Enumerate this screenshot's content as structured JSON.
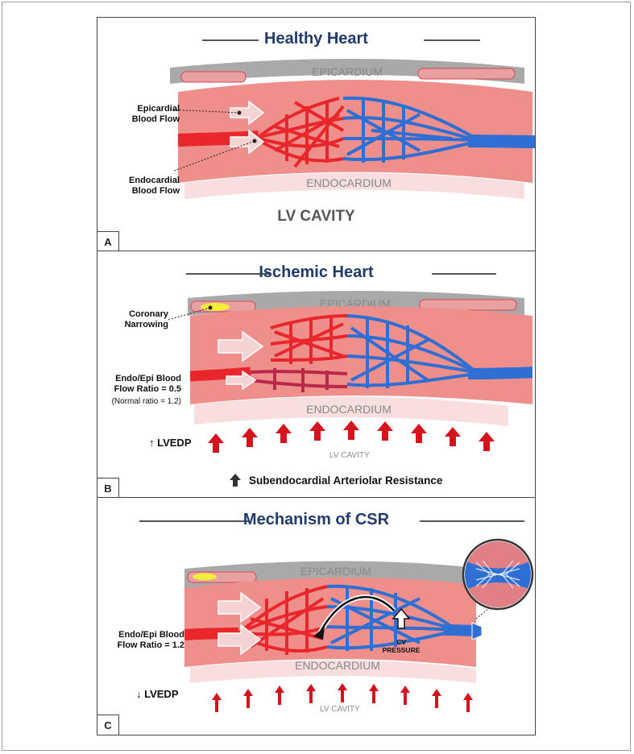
{
  "panels": {
    "a": {
      "letter": "A",
      "title": "Healthy Heart",
      "epicardium": "EPICARDIUM",
      "endocardium": "ENDOCARDIUM",
      "cavity": "LV CAVITY",
      "label_epi_flow": "Epicardial\nBlood Flow",
      "label_endo_flow": "Endocardial\nBlood Flow"
    },
    "b": {
      "letter": "B",
      "title": "Ischemic Heart",
      "epicardium": "EPICARDIUM",
      "endocardium": "ENDOCARDIUM",
      "cavity": "LV CAVITY",
      "label_narrowing": "Coronary\nNarrowing",
      "label_ratio": "Endo/Epi Blood\nFlow Ratio = 0.5",
      "label_normal": "(Normal ratio = 1.2)",
      "lvedp": "↑ LVEDP",
      "resistance": "Subendocardial Arteriolar Resistance"
    },
    "c": {
      "letter": "C",
      "title": "Mechanism of CSR",
      "epicardium": "EPICARDIUM",
      "endocardium": "ENDOCARDIUM",
      "cavity": "LV CAVITY",
      "label_ratio": "Endo/Epi Blood\nFlow Ratio = 1.2",
      "cv_pressure": "CV\nPRESSURE",
      "lvedp": "↓ LVEDP"
    }
  },
  "colors": {
    "title": "#1f3a6b",
    "arterial": "#e8262b",
    "venous": "#2f6ed3",
    "myocardium": "#ee8f8c",
    "epicardium": "#a9a9a9",
    "endocardium": "#f8dede",
    "arrow_red": "#d4141c",
    "narrowing": "#f2ef3a"
  }
}
